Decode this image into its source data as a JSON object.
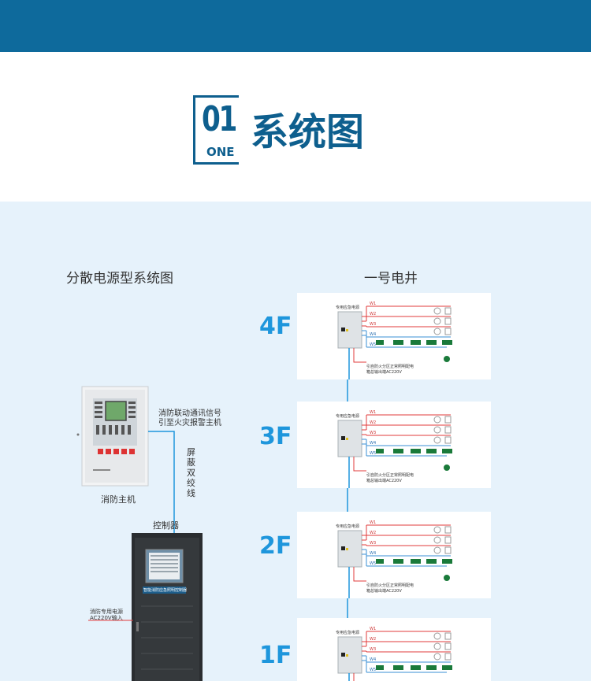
{
  "header": {
    "badge_number": "01",
    "badge_word": "ONE",
    "title": "系统图",
    "accent_color": "#0e5f8e",
    "bar_color": "#0e6a9c"
  },
  "left_section": {
    "subtitle": "分散电源型系统图",
    "fire_host_label": "消防主机",
    "signal_note_line1": "消防联动通讯信号",
    "signal_note_line2": "引至火灾报警主机",
    "cable_label": "屏蔽双绞线",
    "controller_label": "控制器",
    "power_input_line1": "消防专用电源",
    "power_input_line2": "AC220V输入",
    "cabinet_screen_caption": "智能消防应急照明控制器"
  },
  "right_section": {
    "subtitle": "一号电井",
    "floors": [
      "4F",
      "3F",
      "2F",
      "1F"
    ],
    "box_label": "专用应急电源",
    "circuits": [
      "W1",
      "W2",
      "W3",
      "W4",
      "W5"
    ],
    "note_line1": "引自防火分区正常照明配电",
    "note_line2": "箱总输出端AC220V",
    "floor_label_color": "#1e96dc",
    "bus_color": "#1e96dc",
    "red_line_color": "#e23b3b",
    "blue_line_color": "#3a8fd4",
    "exit_sign_color": "#1a7a3a"
  }
}
